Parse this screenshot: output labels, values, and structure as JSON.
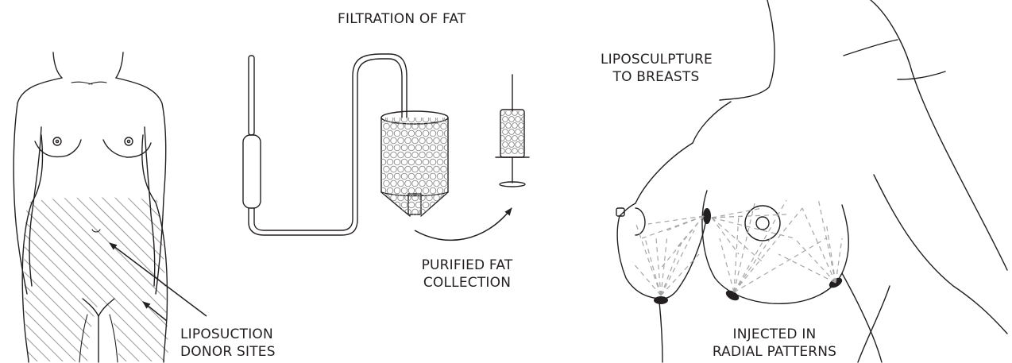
{
  "labels": {
    "filtration": "FILTRATION OF FAT",
    "liposculpture_line1": "LIPOSCULPTURE",
    "liposculpture_line2": "TO BREASTS",
    "purified_line1": "PURIFIED FAT",
    "purified_line2": "COLLECTION",
    "donor_line1": "LIPOSUCTION",
    "donor_line2": "DONOR SITES",
    "injected_line1": "INJECTED IN",
    "injected_line2": "RADIAL PATTERNS"
  },
  "colors": {
    "ink": "#231f20",
    "hatch": "#9a9a9a",
    "dash": "#a6a6a6",
    "background": "#ffffff"
  },
  "icons": [
    "torso-figure",
    "filtration-canister",
    "syringe",
    "breast-side-view"
  ]
}
